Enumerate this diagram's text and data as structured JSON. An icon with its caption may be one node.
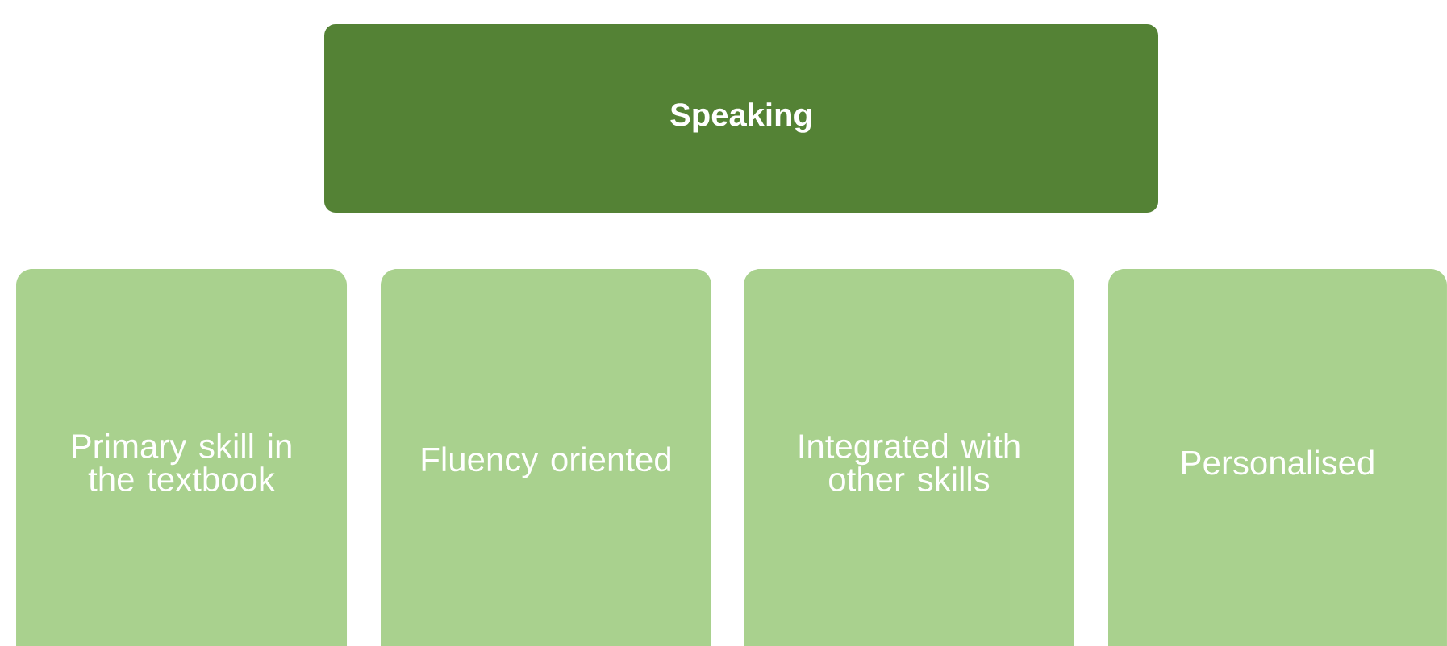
{
  "diagram": {
    "nodes": [
      {
        "text": [
          "Speaking"
        ]
      },
      {
        "text": [
          "Primary skill in the textbook"
        ]
      },
      {
        "text": [
          "Fluency oriented"
        ]
      },
      {
        "text": [
          "Integrated with other skills"
        ]
      },
      {
        "text": [
          "Personalised"
        ]
      }
    ]
  }
}
